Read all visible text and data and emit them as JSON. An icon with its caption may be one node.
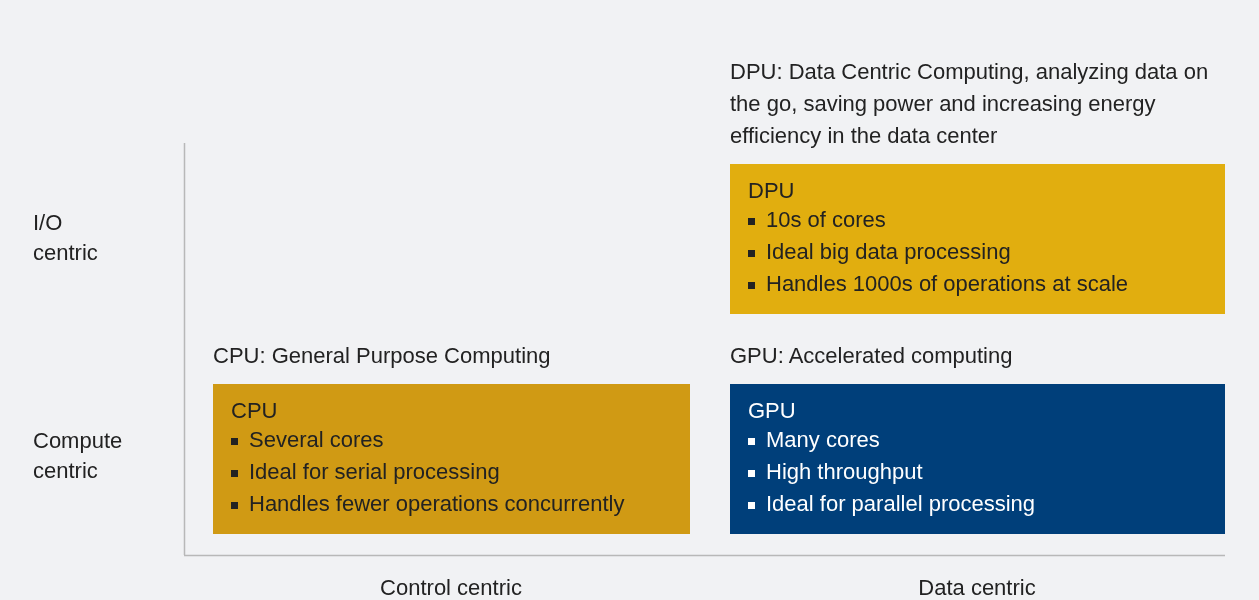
{
  "diagram": {
    "nodes": [
      {
        "text": [
          "DPU: Data Centric Computing, analyzing data on the go, saving power and increasing energy efficiency in the data center",
          "DPU",
          "10s of cores",
          "Ideal big data processing",
          "Handles 1000s of operations at scale"
        ]
      },
      {
        "text": [
          "CPU: General Purpose Computing",
          "CPU",
          "Several cores",
          "Ideal for serial processing",
          "Handles fewer operations concurrently"
        ]
      },
      {
        "text": [
          "GPU: Accelerated computing",
          "GPU",
          "Many cores",
          "High throughput",
          "Ideal for parallel processing"
        ]
      }
    ],
    "labels": [
      "I/O centric",
      "Compute centric",
      "Control centric",
      "Data centric"
    ]
  }
}
